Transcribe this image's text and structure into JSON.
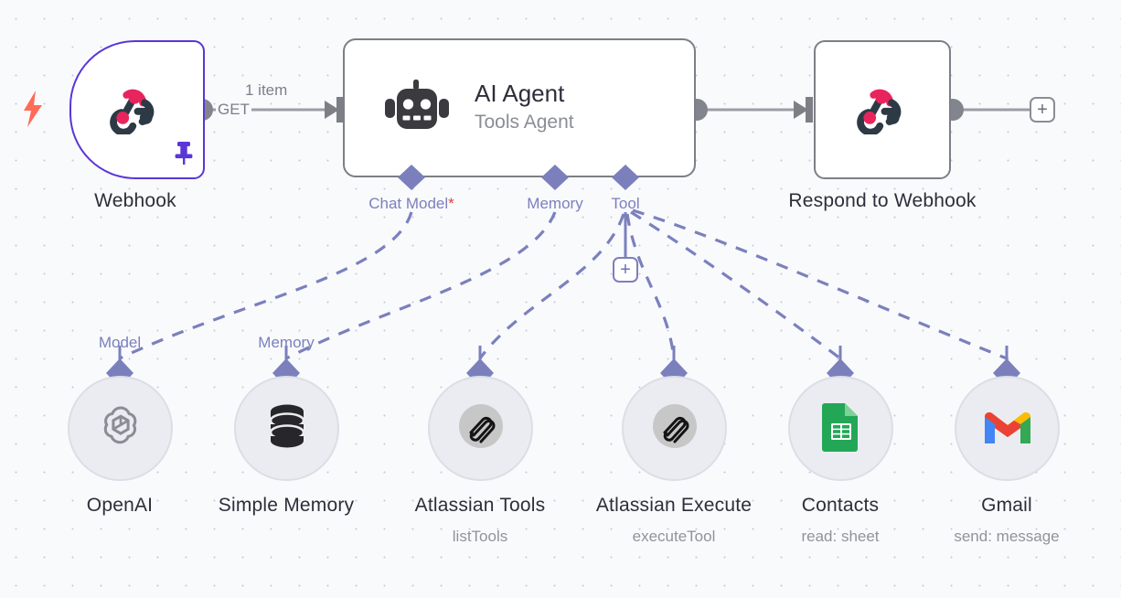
{
  "canvas": {
    "background": "#f9fafc",
    "grid_dot_color": "#c9ccd6",
    "accent_purple": "#5a36d6",
    "port_purple": "#7b80bd",
    "node_border": "#7d7f86",
    "trigger_bolt_color": "#ff6b57"
  },
  "main_nodes": [
    {
      "id": "webhook",
      "label": "Webhook",
      "icon": "webhook-icon",
      "type": "trigger",
      "pinned": true,
      "pin_icon": "pin-icon",
      "trigger_icon": "lightning-bolt-icon"
    },
    {
      "id": "ai-agent",
      "label": "AI Agent",
      "sublabel": "Tools Agent",
      "icon": "robot-icon",
      "type": "agent",
      "ports": [
        {
          "id": "chat-model",
          "label": "Chat Model",
          "required": true,
          "required_marker": "*"
        },
        {
          "id": "memory",
          "label": "Memory",
          "required": false,
          "required_marker": ""
        },
        {
          "id": "tool",
          "label": "Tool",
          "required": false,
          "required_marker": ""
        }
      ]
    },
    {
      "id": "respond-to-webhook",
      "label": "Respond to Webhook",
      "icon": "webhook-icon",
      "type": "action"
    }
  ],
  "connections": {
    "webhook_to_agent": {
      "items_label": "1 item",
      "method_label": "GET"
    }
  },
  "sub_nodes": [
    {
      "id": "openai",
      "label": "OpenAI",
      "sublabel": "",
      "port_label": "Model",
      "icon": "openai-icon"
    },
    {
      "id": "simple-memory",
      "label": "Simple Memory",
      "sublabel": "",
      "port_label": "Memory",
      "icon": "database-icon"
    },
    {
      "id": "atlassian-tools",
      "label": "Atlassian Tools",
      "sublabel": "listTools",
      "port_label": "",
      "icon": "atlassian-mcp-icon"
    },
    {
      "id": "atlassian-execute",
      "label": "Atlassian Execute",
      "sublabel": "executeTool",
      "port_label": "",
      "icon": "atlassian-mcp-icon"
    },
    {
      "id": "contacts",
      "label": "Contacts",
      "sublabel": "read: sheet",
      "port_label": "",
      "icon": "google-sheets-icon"
    },
    {
      "id": "gmail",
      "label": "Gmail",
      "sublabel": "send: message",
      "port_label": "",
      "icon": "gmail-icon"
    }
  ],
  "buttons": {
    "add_after_respond": "+",
    "add_tool": "+"
  }
}
